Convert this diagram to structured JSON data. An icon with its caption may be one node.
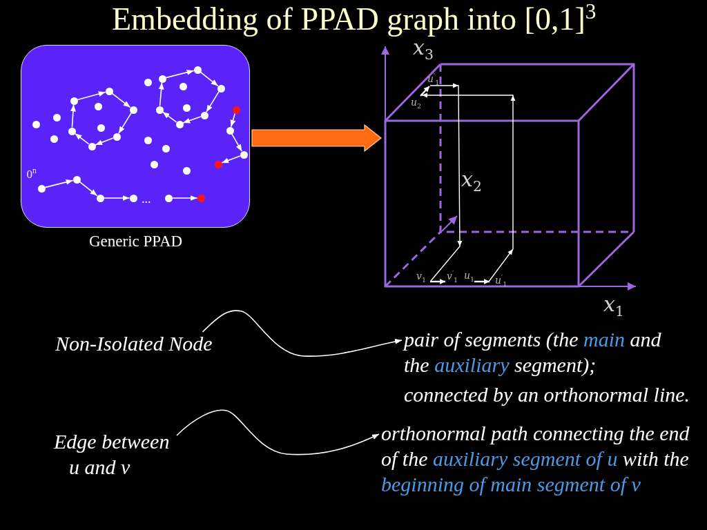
{
  "diagram": {
    "title": "Embedding of PPAD graph into [0,1]$^{3}$",
    "nodes": [
      {
        "text": [
          "Generic PPAD"
        ]
      },
      {
        "text": [],
        "shape": "circle",
        "in": 0
      },
      {
        "text": [],
        "shape": "circle",
        "in": 0
      },
      {
        "text": [],
        "shape": "circle",
        "in": 0
      },
      {
        "text": [],
        "shape": "circle",
        "in": 0
      },
      {
        "text": [],
        "shape": "circle",
        "in": 0
      },
      {
        "text": [],
        "shape": "circle",
        "in": 0
      },
      {
        "text": [],
        "shape": "circle",
        "in": 0
      },
      {
        "text": [],
        "shape": "circle",
        "in": 0
      },
      {
        "text": [],
        "shape": "circle",
        "in": 0
      },
      {
        "text": [],
        "shape": "circle",
        "in": 0
      },
      {
        "text": [],
        "shape": "circle",
        "in": 0
      },
      {
        "text": [],
        "shape": "circle",
        "in": 0
      },
      {
        "text": [],
        "shape": "circle",
        "in": 0
      },
      {
        "text": [],
        "shape": "circle",
        "in": 0
      },
      {
        "text": [],
        "shape": "circle",
        "in": 0
      },
      {
        "text": [],
        "shape": "circle",
        "in": 0
      },
      {
        "text": [],
        "shape": "circle",
        "in": 0
      },
      {
        "text": [],
        "shape": "circle",
        "in": 0
      },
      {
        "text": [],
        "shape": "circle",
        "in": 0
      },
      {
        "text": [],
        "shape": "circle",
        "in": 0
      },
      {
        "text": [],
        "shape": "circle",
        "in": 0
      },
      {
        "text": [],
        "shape": "circle",
        "in": 0
      },
      {
        "text": [],
        "shape": "circle",
        "in": 0
      },
      {
        "text": [],
        "shape": "circle",
        "in": 0
      },
      {
        "text": [],
        "shape": "circle",
        "in": 0
      },
      {
        "text": [],
        "shape": "circle",
        "in": 0
      },
      {
        "text": [],
        "shape": "circle",
        "in": 0
      },
      {
        "text": [],
        "shape": "circle",
        "in": 0
      },
      {
        "text": [],
        "shape": "circle",
        "in": 0
      },
      {
        "text": [],
        "shape": "circle",
        "in": 0,
        "beside": [
          "0$^{n}$"
        ]
      },
      {
        "text": [],
        "shape": "circle",
        "in": 0
      },
      {
        "text": [],
        "shape": "circle",
        "in": 0
      },
      {
        "text": [],
        "shape": "circle",
        "in": 0
      },
      {
        "text": [],
        "shape": "circle",
        "in": 0
      },
      {
        "text": [],
        "shape": "cube"
      },
      {
        "text": [
          "Non-Isolated Node"
        ]
      },
      {
        "text": [
          "pair of segments (the **main** and the **auxiliary** segment);",
          "connected by an orthonormal line."
        ]
      },
      {
        "text": [
          "Edge between u and v"
        ]
      },
      {
        "text": [
          "orthonormal path connecting the end of the **auxiliary segment of u** with the **beginning of main segment of v**"
        ]
      }
    ],
    "edges": [
      {
        "from": 0,
        "to": 35,
        "arrow": "to",
        "style": "thick",
        "color": "#ff6a13"
      },
      {
        "from": 7,
        "to": 6,
        "arrow": "to"
      },
      {
        "from": 6,
        "to": 10,
        "arrow": "to"
      },
      {
        "from": 10,
        "to": 20,
        "arrow": "to"
      },
      {
        "from": 20,
        "to": 23,
        "arrow": "to"
      },
      {
        "from": 23,
        "to": 19,
        "arrow": "to"
      },
      {
        "from": 19,
        "to": 7,
        "arrow": "to"
      },
      {
        "from": 2,
        "to": 1,
        "arrow": "to"
      },
      {
        "from": 1,
        "to": 5,
        "arrow": "to"
      },
      {
        "from": 5,
        "to": 13,
        "arrow": "to"
      },
      {
        "from": 13,
        "to": 16,
        "arrow": "to"
      },
      {
        "from": 16,
        "to": 11,
        "arrow": "to"
      },
      {
        "from": 11,
        "to": 2,
        "arrow": "to"
      },
      {
        "from": 12,
        "to": 18,
        "arrow": "to"
      },
      {
        "from": 18,
        "to": 25,
        "arrow": "to"
      },
      {
        "from": 25,
        "to": 27,
        "arrow": "to"
      },
      {
        "from": 30,
        "to": 29,
        "arrow": "to"
      },
      {
        "from": 29,
        "to": 31,
        "arrow": "to"
      },
      {
        "from": 31,
        "to": 32,
        "arrow": "to"
      },
      {
        "from": 33,
        "to": 34,
        "arrow": "to"
      },
      {
        "from": 36,
        "to": 37,
        "arrow": "to"
      },
      {
        "from": 38,
        "to": 39,
        "arrow": "to"
      }
    ],
    "labels": [
      "x$_{3}$",
      "u$^{′}$$_{1}$",
      "u$_{2}$",
      "x$_{2}$",
      "...",
      "v$_{1}$",
      "v$^{′}$$_{1}$",
      "u$_{1}$",
      "u$^{′}$$_{1}$",
      "x$_{1}$"
    ]
  }
}
